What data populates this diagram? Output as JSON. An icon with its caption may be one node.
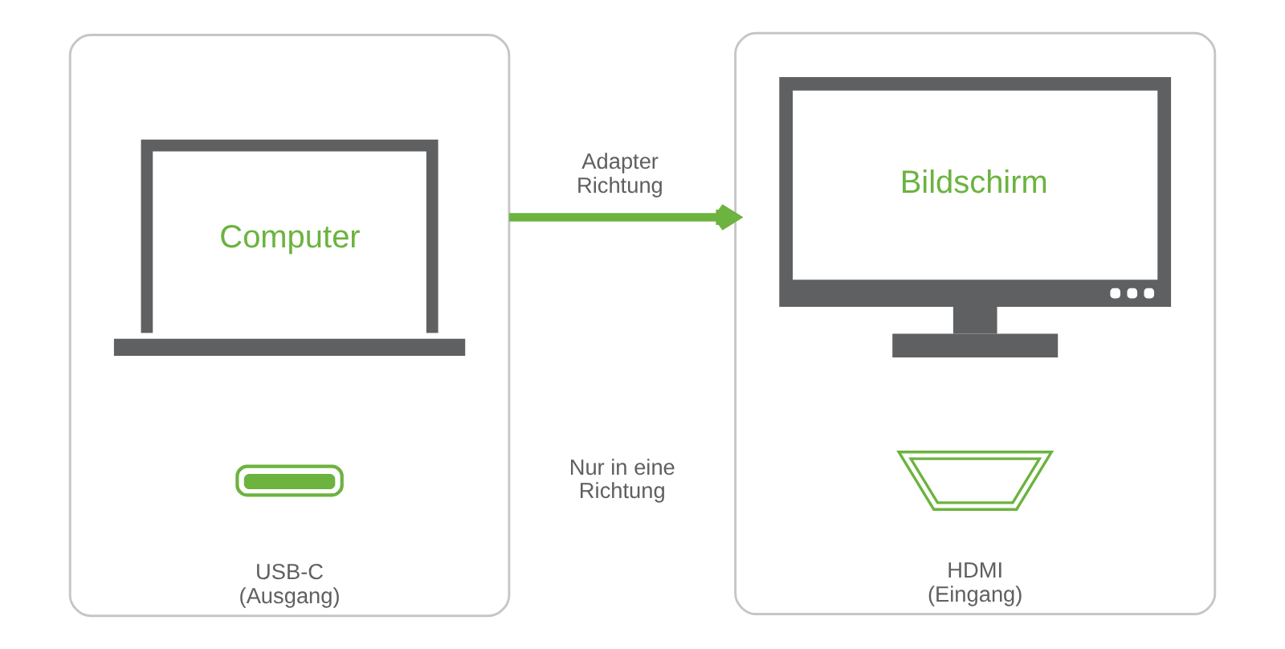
{
  "diagram": {
    "nodes": [
      {
        "text": [
          "USB-C (Ausgang)"
        ]
      },
      {
        "text": [
          "Computer"
        ],
        "in": 0
      },
      {
        "text": [],
        "shape": "box",
        "in": 0
      },
      {
        "text": [
          "HDMI (Eingang)"
        ]
      },
      {
        "text": [
          "Bildschirm"
        ],
        "in": 3
      },
      {
        "text": [],
        "shape": "trapezoid",
        "in": 3
      }
    ],
    "edges": [
      {
        "from": 0,
        "to": 3,
        "arrow": "to",
        "label": "Adapter Richtung"
      }
    ],
    "labels": [
      "Nur in eine Richtung"
    ]
  }
}
